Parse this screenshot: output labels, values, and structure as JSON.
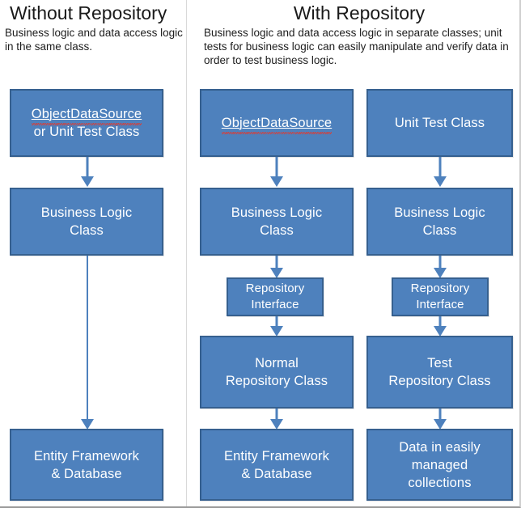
{
  "diagram": {
    "title_left": "Without Repository",
    "title_right": "With Repository",
    "description_left": "Business logic and data access logic in the same class.",
    "description_right": "Business logic and data access logic in separate classes; unit tests for business logic can easily manipulate and verify data in order to test business logic.",
    "colors": {
      "box_fill": "#4E81BD",
      "box_border": "#36608F",
      "box_text": "#FFFFFF",
      "arrow": "#4E81BD",
      "heading_text": "#1A1A1A",
      "spellcheck_underline": "#E03A30",
      "page_background": "#FFFFFF"
    },
    "columns": [
      {
        "id": "without-repository",
        "nodes": [
          {
            "id": "objectdatasource-or-unit-test-class",
            "label": "ObjectDataSource\nor Unit Test Class",
            "misspelled_word": "ObjectDataSource"
          },
          {
            "id": "business-logic-class",
            "label": "Business Logic\nClass"
          },
          {
            "id": "entity-framework-database",
            "label": "Entity Framework\n& Database"
          }
        ],
        "arrows": [
          {
            "from": "objectdatasource-or-unit-test-class",
            "to": "business-logic-class"
          },
          {
            "from": "business-logic-class",
            "to": "entity-framework-database"
          }
        ]
      },
      {
        "id": "with-repository-production",
        "nodes": [
          {
            "id": "objectdatasource",
            "label": "ObjectDataSource",
            "misspelled_word": "ObjectDataSource"
          },
          {
            "id": "business-logic-class",
            "label": "Business Logic\nClass"
          },
          {
            "id": "repository-interface",
            "label": "Repository\nInterface"
          },
          {
            "id": "normal-repository-class",
            "label": "Normal\nRepository Class"
          },
          {
            "id": "entity-framework-database",
            "label": "Entity Framework\n& Database"
          }
        ],
        "arrows": [
          {
            "from": "objectdatasource",
            "to": "business-logic-class"
          },
          {
            "from": "business-logic-class",
            "to": "repository-interface"
          },
          {
            "from": "repository-interface",
            "to": "normal-repository-class"
          },
          {
            "from": "normal-repository-class",
            "to": "entity-framework-database"
          }
        ]
      },
      {
        "id": "with-repository-test",
        "nodes": [
          {
            "id": "unit-test-class",
            "label": "Unit Test Class"
          },
          {
            "id": "business-logic-class",
            "label": "Business Logic\nClass"
          },
          {
            "id": "repository-interface",
            "label": "Repository\nInterface"
          },
          {
            "id": "test-repository-class",
            "label": "Test\nRepository Class"
          },
          {
            "id": "data-in-easily-managed-collections",
            "label": "Data in easily\nmanaged\ncollections"
          }
        ],
        "arrows": [
          {
            "from": "unit-test-class",
            "to": "business-logic-class"
          },
          {
            "from": "business-logic-class",
            "to": "repository-interface"
          },
          {
            "from": "repository-interface",
            "to": "test-repository-class"
          },
          {
            "from": "test-repository-class",
            "to": "data-in-easily-managed-collections"
          }
        ]
      }
    ]
  }
}
